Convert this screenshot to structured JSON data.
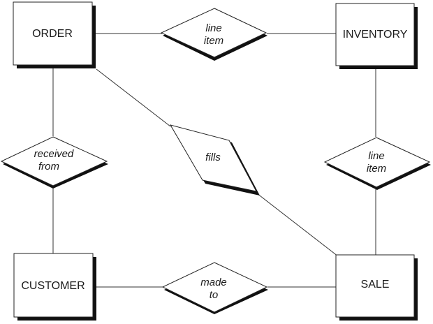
{
  "diagram": {
    "entities": {
      "order": "ORDER",
      "inventory": "INVENTORY",
      "customer": "CUSTOMER",
      "sale": "SALE"
    },
    "relationships": {
      "line_item_top": [
        "line",
        "item"
      ],
      "received_from": [
        "received",
        "from"
      ],
      "fills": [
        "fills"
      ],
      "line_item_right": [
        "line",
        "item"
      ],
      "made_to": [
        "made",
        "to"
      ]
    }
  }
}
